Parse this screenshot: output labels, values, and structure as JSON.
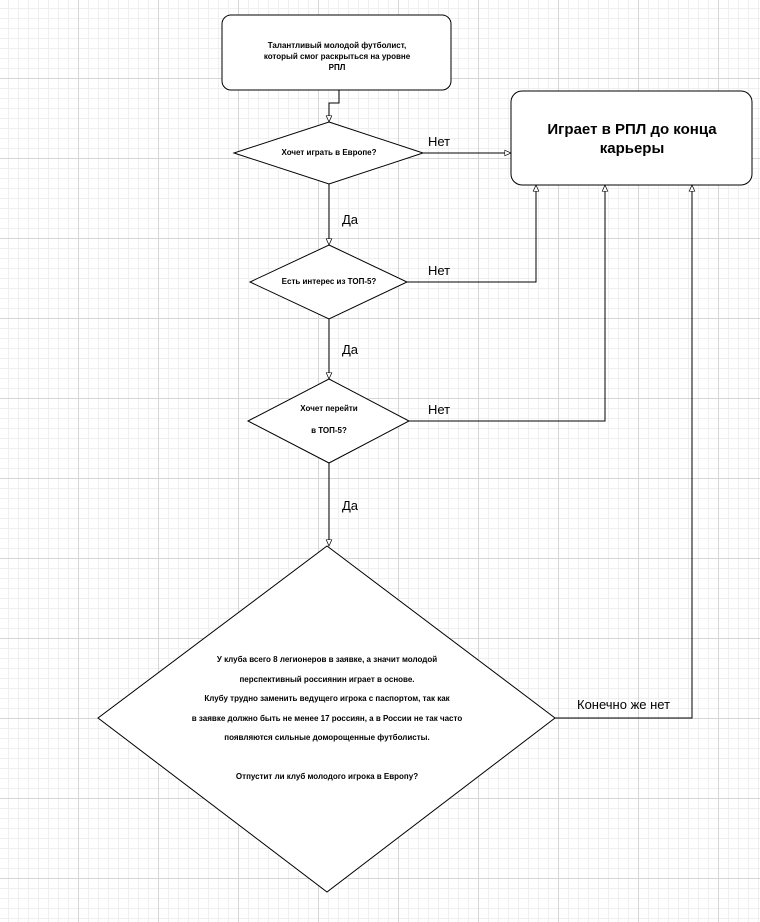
{
  "nodes": {
    "start": "Талантливый молодой футболист, который смог раскрыться на уровне РПЛ",
    "q1": "Хочет играть в Европе?",
    "q2": "Есть интерес из ТОП-5?",
    "q3_line1": "Хочет перейти",
    "q3_line2": "в ТОП-5?",
    "end": "Играет в РПЛ до конца карьеры",
    "q4_lines": [
      "У клуба всего 8 легионеров в заявке, а значит молодой",
      "перспективный россиянин играет в основе.",
      "Клубу трудно заменить ведущего игрока с паспортом, так как",
      "в заявке должно быть не менее 17 россиян, а в России не так часто",
      "появляются сильные доморощенные футболисты.",
      "",
      "Отпустит ли клуб молодого игрока в Европу?"
    ]
  },
  "edges": {
    "q1_no": "Нет",
    "q1_yes": "Да",
    "q2_no": "Нет",
    "q2_yes": "Да",
    "q3_no": "Нет",
    "q3_yes": "Да",
    "q4_no": "Конечно же нет"
  },
  "colors": {
    "stroke": "#000000",
    "fill": "#ffffff",
    "grid_major": "#d6d6d6",
    "grid_minor": "#efefef"
  }
}
